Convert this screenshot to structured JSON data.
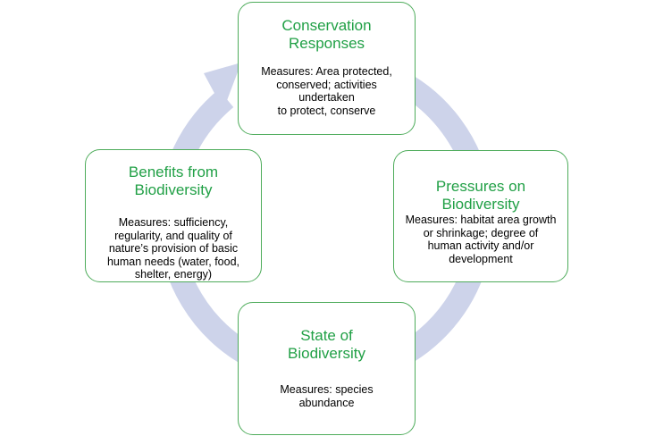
{
  "colors": {
    "arrow": "#cdd3ea",
    "node_border": "#4eac5b",
    "title_text": "#21a046",
    "body_text": "#000000"
  },
  "nodes": {
    "top": {
      "title": "Conservation\nResponses",
      "description": "Measures: Area protected, conserved; activities undertaken\nto protect, conserve"
    },
    "right": {
      "title": "Pressures on\nBiodiversity",
      "description": "Measures: habitat area growth or shrinkage; degree of human activity and/or development"
    },
    "bottom": {
      "title": "State of\nBiodiversity",
      "description": "Measures: species abundance"
    },
    "left": {
      "title": "Benefits from\nBiodiversity",
      "description": "Measures: sufficiency, regularity, and quality of nature’s provision of basic human needs (water, food, shelter, energy)"
    }
  }
}
